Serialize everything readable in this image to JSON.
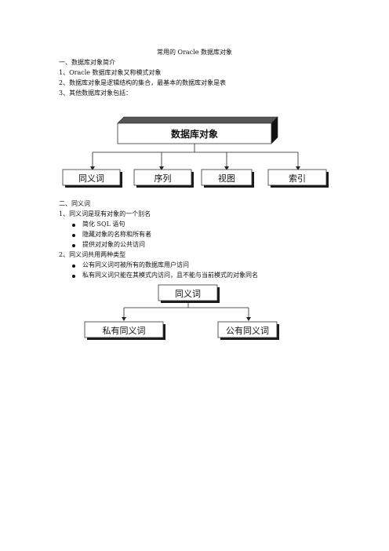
{
  "doc": {
    "title": "常用的 Oracle 数据库对象",
    "section1": {
      "heading": "一、数据库对象简介",
      "items": [
        "1、Oracle 数据库对象又称模式对象",
        "2、数据库对象是逻辑结构的集合，最基本的数据库对象是表",
        "3、其他数据库对象包括："
      ]
    },
    "diagram1": {
      "root": "数据库对象",
      "children": [
        "同义词",
        "序列",
        "视图",
        "索引"
      ]
    },
    "section2": {
      "heading": "二、同义词",
      "item1": "1、同义词是现有对象的一个别名",
      "bullets1": [
        "简化 SQL 语句",
        "隐藏对象的名称和所有者",
        "提供对对象的公共访问"
      ],
      "item2": "2、同义词共用两种类型",
      "bullets2": [
        "公有同义词可被所有的数据库用户访问",
        "私有同义词只能在其模式内访问，且不能与当前模式的对象同名"
      ]
    },
    "diagram2": {
      "root": "同义词",
      "children": [
        "私有同义词",
        "公有同义词"
      ]
    },
    "colors": {
      "box_fill": "#ffffff",
      "box_border": "#333333",
      "shadow": "#1a1a1a",
      "text": "#111111"
    }
  }
}
